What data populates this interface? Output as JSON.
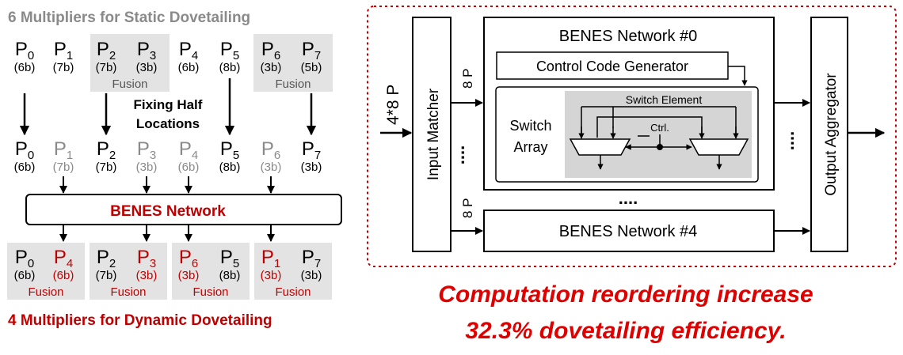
{
  "left": {
    "title": "6 Multipliers for Static Dovetailing",
    "bottom_title": "4 Multipliers for Dynamic Dovetailing",
    "fixing_label_line1": "Fixing Half",
    "fixing_label_line2": "Locations",
    "benes_label": "BENES Network",
    "fusion_label": "Fusion",
    "row1": [
      {
        "base": "P",
        "sub": "0",
        "bits": "(6b)",
        "state": "normal"
      },
      {
        "base": "P",
        "sub": "1",
        "bits": "(7b)",
        "state": "normal"
      },
      {
        "base": "P",
        "sub": "2",
        "bits": "(7b)",
        "state": "normal"
      },
      {
        "base": "P",
        "sub": "3",
        "bits": "(3b)",
        "state": "normal"
      },
      {
        "base": "P",
        "sub": "4",
        "bits": "(6b)",
        "state": "normal"
      },
      {
        "base": "P",
        "sub": "5",
        "bits": "(8b)",
        "state": "normal"
      },
      {
        "base": "P",
        "sub": "6",
        "bits": "(3b)",
        "state": "normal"
      },
      {
        "base": "P",
        "sub": "7",
        "bits": "(5b)",
        "state": "normal"
      }
    ],
    "row2": [
      {
        "base": "P",
        "sub": "0",
        "bits": "(6b)",
        "state": "normal"
      },
      {
        "base": "P",
        "sub": "1",
        "bits": "(7b)",
        "state": "faded"
      },
      {
        "base": "P",
        "sub": "2",
        "bits": "(7b)",
        "state": "normal"
      },
      {
        "base": "P",
        "sub": "3",
        "bits": "(3b)",
        "state": "faded"
      },
      {
        "base": "P",
        "sub": "4",
        "bits": "(6b)",
        "state": "faded"
      },
      {
        "base": "P",
        "sub": "5",
        "bits": "(8b)",
        "state": "normal"
      },
      {
        "base": "P",
        "sub": "6",
        "bits": "(3b)",
        "state": "faded"
      },
      {
        "base": "P",
        "sub": "7",
        "bits": "(3b)",
        "state": "normal"
      }
    ],
    "row3": [
      {
        "base": "P",
        "sub": "0",
        "bits": "(6b)",
        "state": "normal"
      },
      {
        "base": "P",
        "sub": "4",
        "bits": "(6b)",
        "state": "highlight"
      },
      {
        "base": "P",
        "sub": "2",
        "bits": "(7b)",
        "state": "normal"
      },
      {
        "base": "P",
        "sub": "3",
        "bits": "(3b)",
        "state": "highlight"
      },
      {
        "base": "P",
        "sub": "6",
        "bits": "(3b)",
        "state": "highlight"
      },
      {
        "base": "P",
        "sub": "5",
        "bits": "(8b)",
        "state": "normal"
      },
      {
        "base": "P",
        "sub": "1",
        "bits": "(3b)",
        "state": "highlight"
      },
      {
        "base": "P",
        "sub": "7",
        "bits": "(3b)",
        "state": "normal"
      }
    ]
  },
  "right": {
    "input_label": "4*8 P",
    "input_matcher": "Input Matcher",
    "output_aggregator": "Output Aggregator",
    "benes0": "BENES Network #0",
    "benes4": "BENES Network #4",
    "control_code": "Control Code Generator",
    "switch_array_line1": "Switch",
    "switch_array_line2": "Array",
    "switch_element": "Switch Element",
    "ctrl": "Ctrl.",
    "bus_label": "8 P",
    "dots": "....",
    "caption_line1": "Computation reordering increase",
    "caption_line2": "32.3% dovetailing efficiency."
  },
  "colors": {
    "red": "#c00000",
    "gray_text": "#8a8a8a",
    "fusion_fill": "#e3e3e3",
    "switch_fill": "#d5d5d5"
  }
}
